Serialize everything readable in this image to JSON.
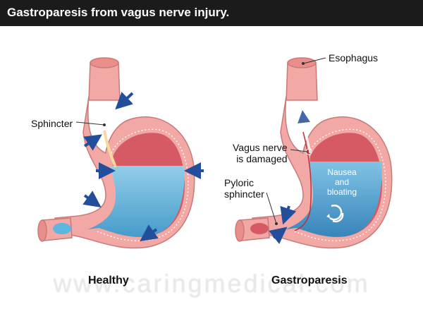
{
  "header": {
    "title": "Gastroparesis from vagus nerve injury."
  },
  "labels": {
    "sphincter": "Sphincter",
    "esophagus": "Esophagus",
    "vagus_line1": "Vagus nerve",
    "vagus_line2": "is damaged",
    "pyloric_line1": "Pyloric",
    "pyloric_line2": "sphincter",
    "nausea_line1": "Nausea",
    "nausea_line2": "and",
    "nausea_line3": "bloating"
  },
  "captions": {
    "left": "Healthy",
    "right": "Gastroparesis"
  },
  "watermark": "www.caringmedical.com",
  "colors": {
    "header_bg": "#1b1b1b",
    "tissue": "#f2a8a5",
    "inner_wall": "#d55a63",
    "fluid": "#5bb7e0",
    "arrow": "#234e9c"
  }
}
